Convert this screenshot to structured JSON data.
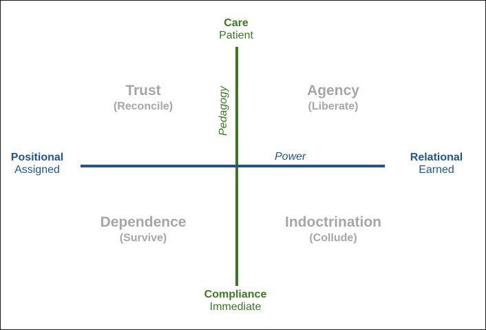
{
  "vertical_axis": {
    "name": "Pedagogy",
    "top": {
      "title": "Care",
      "subtitle": "Patient"
    },
    "bottom": {
      "title": "Compliance",
      "subtitle": "Immediate"
    },
    "color": "#3a7a1e"
  },
  "horizontal_axis": {
    "name": "Power",
    "left": {
      "title": "Positional",
      "subtitle": "Assigned"
    },
    "right": {
      "title": "Relational",
      "subtitle": "Earned"
    },
    "color": "#1f5594"
  },
  "quadrants": {
    "top_left": {
      "title": "Trust",
      "subtitle": "(Reconcile)"
    },
    "top_right": {
      "title": "Agency",
      "subtitle": "(Liberate)"
    },
    "bottom_left": {
      "title": "Dependence",
      "subtitle": "(Survive)"
    },
    "bottom_right": {
      "title": "Indoctrination",
      "subtitle": "(Collude)"
    }
  },
  "quadrant_text_color": "#a6a6a6"
}
